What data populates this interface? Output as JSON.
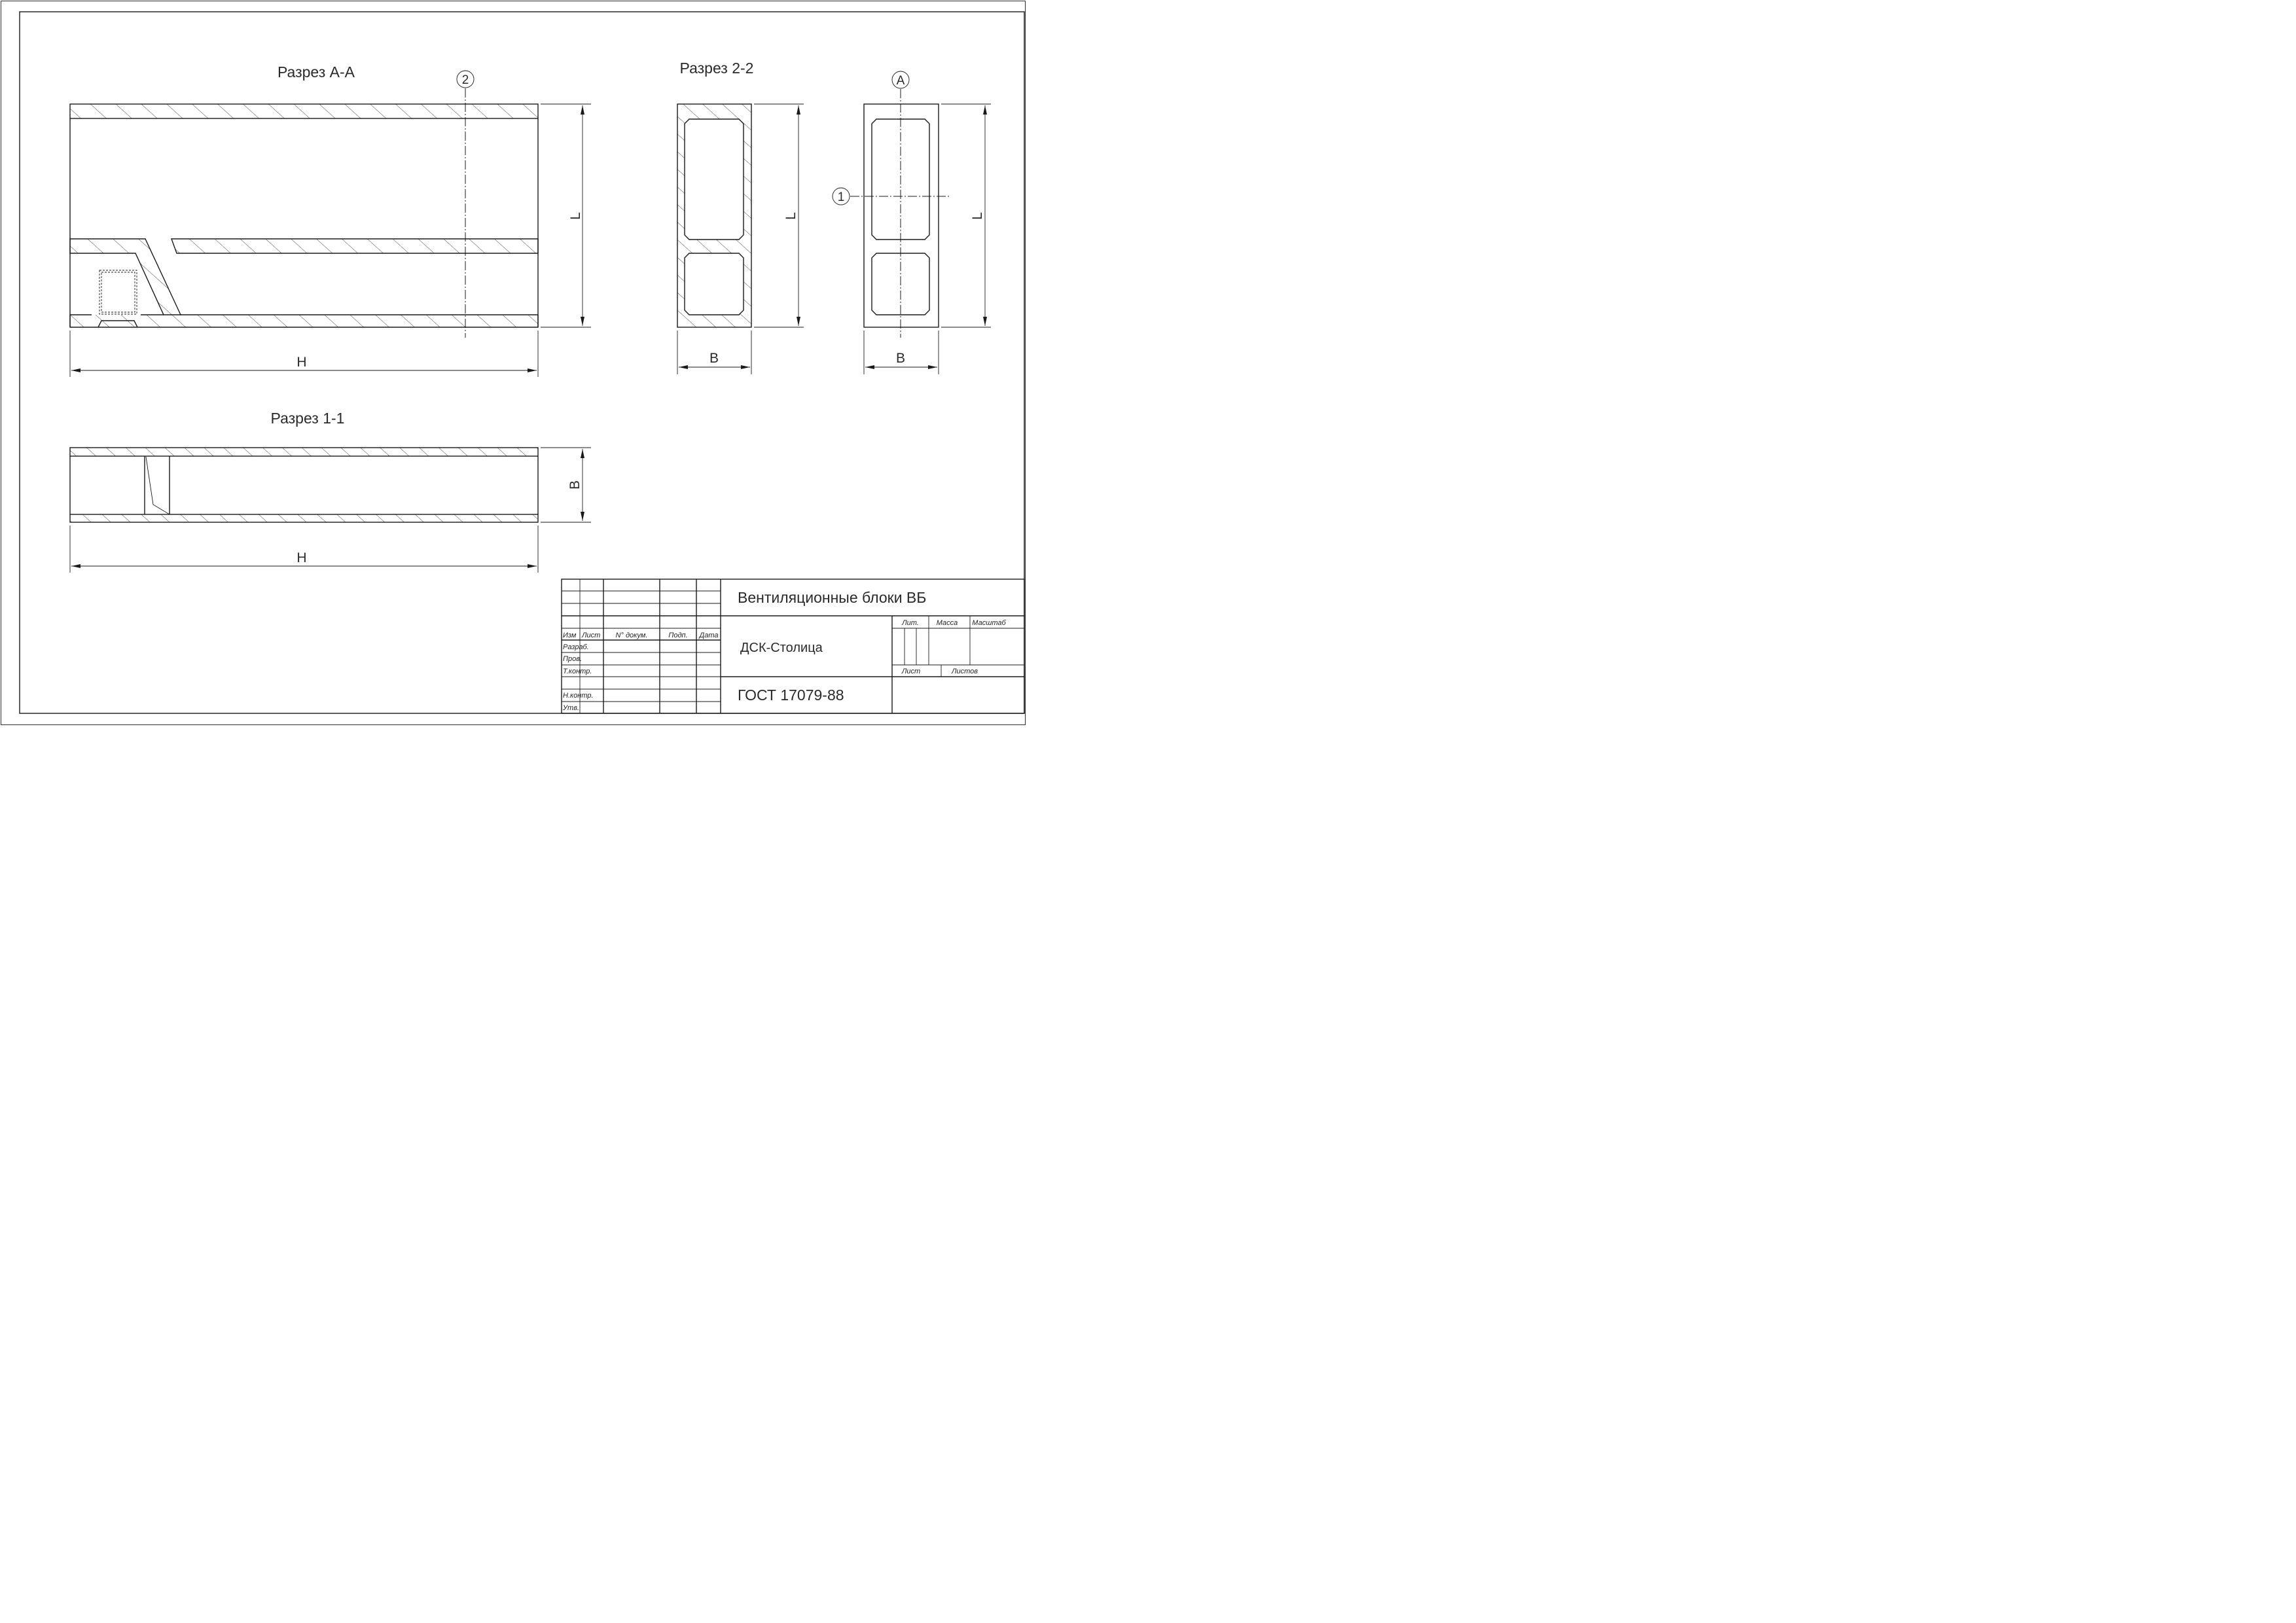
{
  "views": {
    "section_aa_title": "Разрез А-А",
    "section_22_title": "Разрез 2-2",
    "section_11_title": "Разрез 1-1"
  },
  "dimensions": {
    "h": "H",
    "l": "L",
    "b": "B"
  },
  "markers": {
    "one": "1",
    "two": "2",
    "a": "A"
  },
  "title_block": {
    "headers": [
      "Изм",
      "Лист",
      "N° докум.",
      "Подп.",
      "Дата"
    ],
    "rows": [
      "Разраб.",
      "Пров.",
      "Т.контр.",
      "Н.контр.",
      "Утв."
    ],
    "name": "Вентиляционные блоки ВБ",
    "organization": "ДСК-Столица",
    "document": "ГОСТ 17079-88",
    "lit_label": "Лит.",
    "mass_label": "Масса",
    "scale_label": "Масштаб",
    "sheet_label": "Лист",
    "sheets_label": "Листов"
  }
}
